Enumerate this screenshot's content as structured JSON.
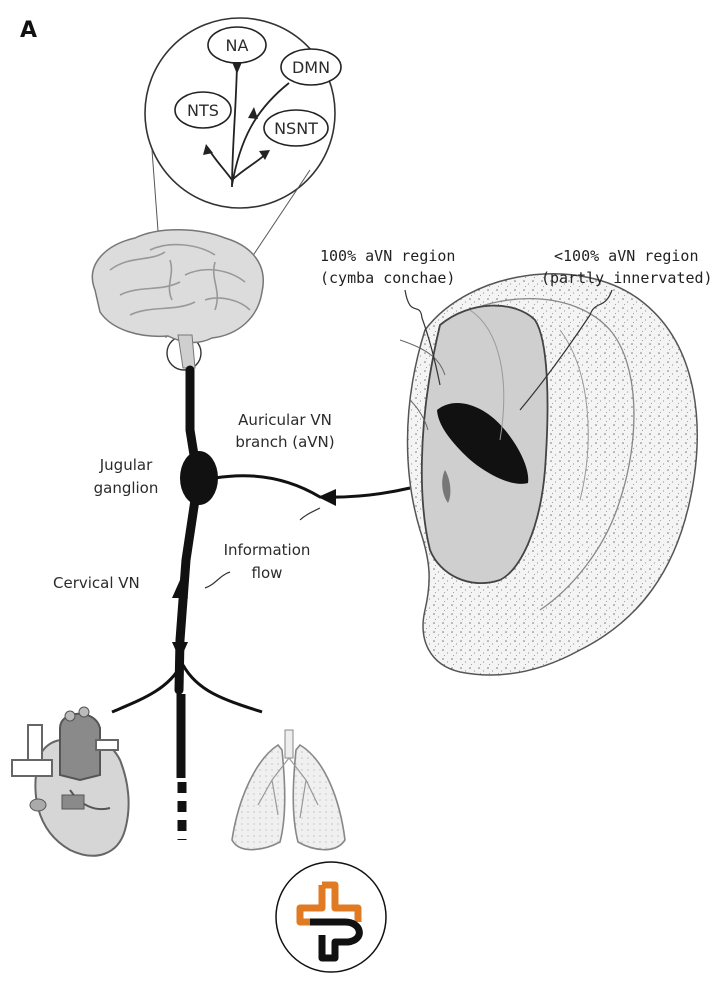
{
  "panel_label": "A",
  "brainstem_nuclei": {
    "na": "NA",
    "dmn": "DMN",
    "nts": "NTS",
    "nsnt": "NSNT"
  },
  "labels": {
    "full_region_line1": "100% aVN region",
    "full_region_line2": "(cymba conchae)",
    "partial_region_line1": "<100% aVN region",
    "partial_region_line2": "(partly innervated)",
    "auricular_line1": "Auricular VN",
    "auricular_line2": "branch (aVN)",
    "jugular_line1": "Jugular",
    "jugular_line2": "ganglion",
    "info_line1": "Information",
    "info_line2": "flow",
    "cervical": "Cervical VN"
  },
  "colors": {
    "ink": "#111111",
    "organ_gray": "#8a8a8a",
    "ear_shade": "#cfcfcf",
    "logo_orange": "#e07b24"
  },
  "icons": {
    "brain": "brain-icon",
    "heart": "heart-icon",
    "lungs": "lungs-icon",
    "ear": "ear-icon",
    "logo": "plus-logo-icon"
  }
}
